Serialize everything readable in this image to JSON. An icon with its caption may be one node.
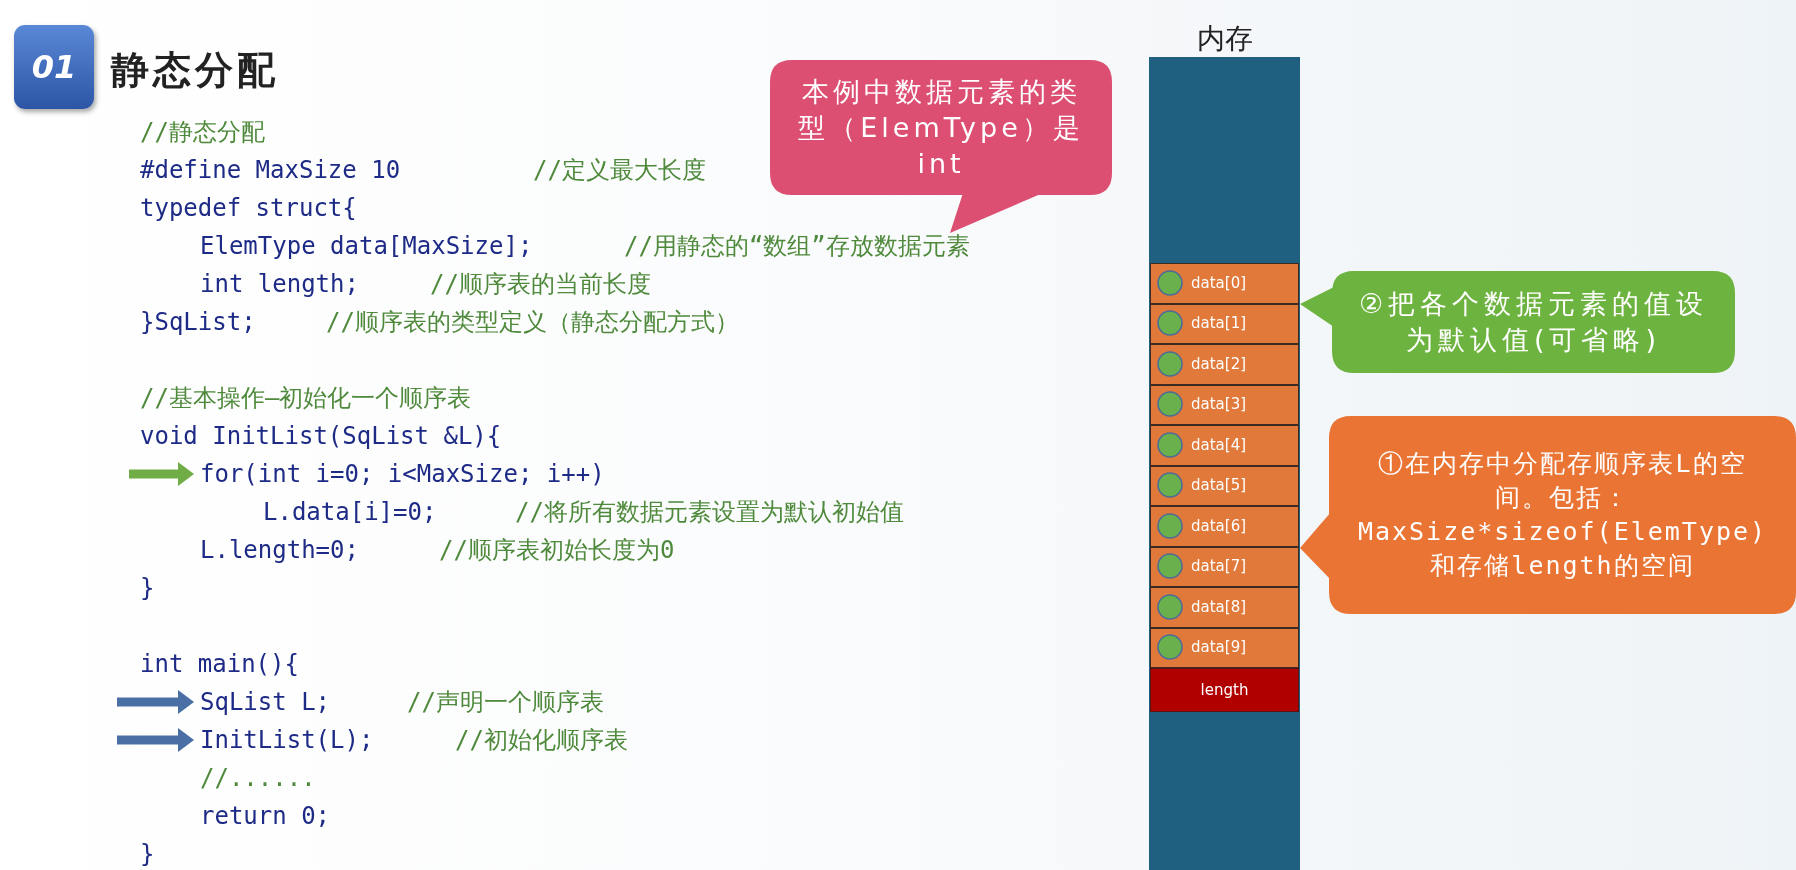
{
  "diagram": {
    "title": "静态分配",
    "nodes": [
      {
        "text": [
          "for(int i=0; i<MaxSize; i++)"
        ]
      },
      {
        "text": [
          "SqList L;",
          "//声明一个顺序表"
        ]
      },
      {
        "text": [
          "InitList(L);",
          "//初始化顺序表"
        ]
      },
      {
        "text": [
          "本例中数据元素的类型（ElemType）是int"
        ]
      },
      {
        "text": [
          "内存"
        ]
      },
      {
        "text": [
          "data[0]"
        ],
        "in": 4
      },
      {
        "text": [
          "data[1]"
        ],
        "in": 4
      },
      {
        "text": [
          "data[2]"
        ],
        "in": 4
      },
      {
        "text": [
          "data[3]"
        ],
        "in": 4
      },
      {
        "text": [
          "data[4]"
        ],
        "in": 4
      },
      {
        "text": [
          "data[5]"
        ],
        "in": 4
      },
      {
        "text": [
          "data[6]"
        ],
        "in": 4
      },
      {
        "text": [
          "data[7]"
        ],
        "in": 4
      },
      {
        "text": [
          "data[8]"
        ],
        "in": 4
      },
      {
        "text": [
          "data[9]"
        ],
        "in": 4
      },
      {
        "text": [
          "length"
        ],
        "in": 4
      },
      {
        "text": [
          "②把各个数据元素的值设为默认值(可省略)"
        ]
      },
      {
        "text": [
          "①在内存中分配存顺序表L的空间。包括：MaxSize*sizeof(ElemType)和存储length的空间"
        ]
      }
    ],
    "edges": [
      {
        "from": null,
        "to": 0,
        "arrow": "to",
        "color": "#70ad47"
      },
      {
        "from": null,
        "to": 1,
        "arrow": "to"
      },
      {
        "from": null,
        "to": 2,
        "arrow": "to"
      }
    ],
    "labels": [
      "01",
      "//静态分配",
      "#define MaxSize 10",
      "//定义最大长度",
      "typedef struct{",
      "ElemType data[MaxSize];",
      "//用静态的“数组”存放数据元素",
      "int length;",
      "//顺序表的当前长度",
      "}SqList;",
      "//顺序表的类型定义（静态分配方式）",
      "//基本操作—初始化一个顺序表",
      "void InitList(SqList &L){",
      "L.data[i]=0;",
      "//将所有数据元素设置为默认初始值",
      "L.length=0;",
      "//顺序表初始长度为0",
      "}",
      "int main(){",
      "//......",
      "return 0;",
      "}"
    ]
  }
}
